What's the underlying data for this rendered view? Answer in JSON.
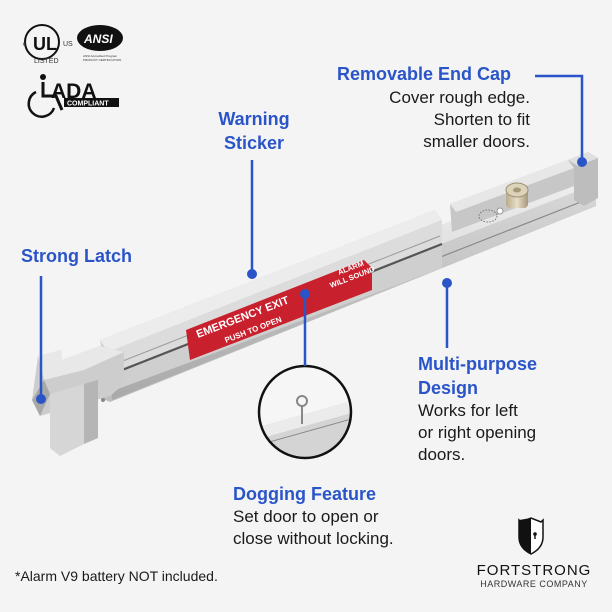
{
  "certifications": {
    "ul": {
      "letters": "UL",
      "left": "c",
      "right": "US",
      "label": "LISTED"
    },
    "ansi": {
      "label": "ANSI",
      "sub1": "ANSI Accredited Program",
      "sub2": "PRODUCT CERTIFICATION"
    },
    "ada": {
      "label": "ADA",
      "sub": "COMPLIANT"
    }
  },
  "callouts": {
    "end_cap": {
      "title": "Removable End Cap",
      "lines": [
        "Cover rough edge.",
        "Shorten to fit",
        "smaller doors."
      ]
    },
    "warning": {
      "title_lines": [
        "Warning",
        "Sticker"
      ]
    },
    "latch": {
      "title": "Strong Latch"
    },
    "multi": {
      "title_lines": [
        "Multi-purpose",
        "Design"
      ],
      "lines": [
        "Works for left",
        "or right opening",
        "doors."
      ]
    },
    "dogging": {
      "title": "Dogging Feature",
      "lines": [
        "Set door to open or",
        "close without locking."
      ]
    }
  },
  "sticker": {
    "main": "EMERGENCY EXIT",
    "sub": "PUSH TO OPEN",
    "alarm1": "ALARM",
    "alarm2": "WILL SOUND"
  },
  "footnote": "*Alarm V9 battery NOT included.",
  "brand": {
    "name": "FORTSTRONG",
    "tagline": "HARDWARE COMPANY"
  },
  "colors": {
    "accent": "#2a55c9",
    "sticker_red": "#c8202c",
    "background": "#f4f4f4"
  }
}
